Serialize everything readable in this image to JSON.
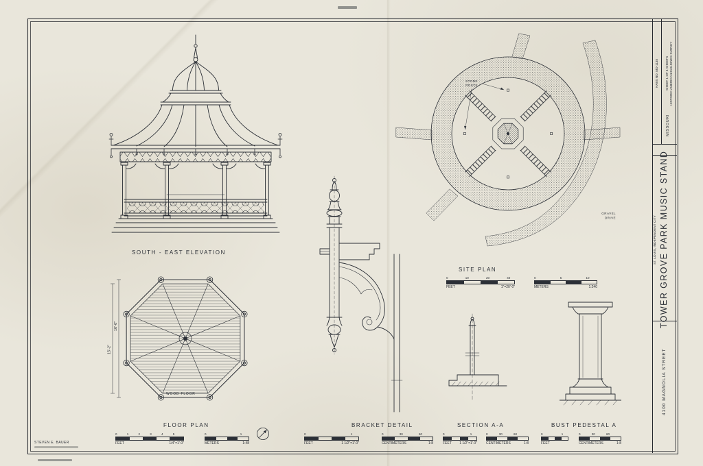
{
  "sheet": {
    "delineator": "STEVEN E. BAUER"
  },
  "titleblock": {
    "survey_title": "HISTORIC AMERICAN BUILDINGS SURVEY",
    "sheet_no": "SHEET 1 OF 4 SHEETS",
    "survey_no": "HABS NO. MO-1135",
    "state": "MISSOURI",
    "title": "TOWER GROVE PARK MUSIC STAND",
    "location": "ST. LOUIS, INDEPENDENT CITY",
    "address": "4100 MAGNOLIA STREET"
  },
  "drawings": {
    "elevation": {
      "label": "SOUTH - EAST ELEVATION"
    },
    "site_plan": {
      "label": "SITE PLAN",
      "stone_posts_1": "STONE",
      "stone_posts_2": "POSTS",
      "gravel_1": "GRAVEL",
      "gravel_2": "DRIVE"
    },
    "floor_plan": {
      "label": "FLOOR PLAN",
      "wood_floor": "WOOD FLOOR",
      "dim_height": "16'-6\"",
      "dim_width": "15'-2\""
    },
    "bracket": {
      "label": "BRACKET DETAIL"
    },
    "section": {
      "label": "SECTION A-A"
    },
    "pedestal": {
      "label": "BUST PEDESTAL A"
    }
  },
  "scalebars": {
    "site_feet": {
      "ticks": "0 10 20 40",
      "label": "FEET",
      "ratio": "1\"=20'-0\""
    },
    "site_meters": {
      "ticks": "0 5 10",
      "label": "METERS",
      "ratio": "1:240"
    },
    "floor_feet": {
      "ticks": "0 1 2 3 4 5",
      "label": "FEET",
      "ratio": "1/4\"=1'-0\""
    },
    "floor_meters": {
      "ticks": "0 1",
      "label": "METERS",
      "ratio": "1:48"
    },
    "bracket_feet": {
      "ticks": "0 1",
      "label": "FEET",
      "ratio": "1 1/2\"=1'-0\""
    },
    "bracket_cm": {
      "ticks": "0 30 60",
      "label": "CENTIMETERS",
      "ratio": "1:8"
    },
    "section_feet": {
      "ticks": "0 1",
      "label": "FEET",
      "ratio": "1 1/2\"=1'-0\""
    },
    "section_cm": {
      "ticks": "0 30 60",
      "label": "CENTIMETERS",
      "ratio": "1:8"
    },
    "pedestal_feet": {
      "ticks": "0 1",
      "label": "FEET",
      "ratio": ""
    },
    "pedestal_cm": {
      "ticks": "0 30 60",
      "label": "CENTIMETERS",
      "ratio": "1:8"
    }
  }
}
